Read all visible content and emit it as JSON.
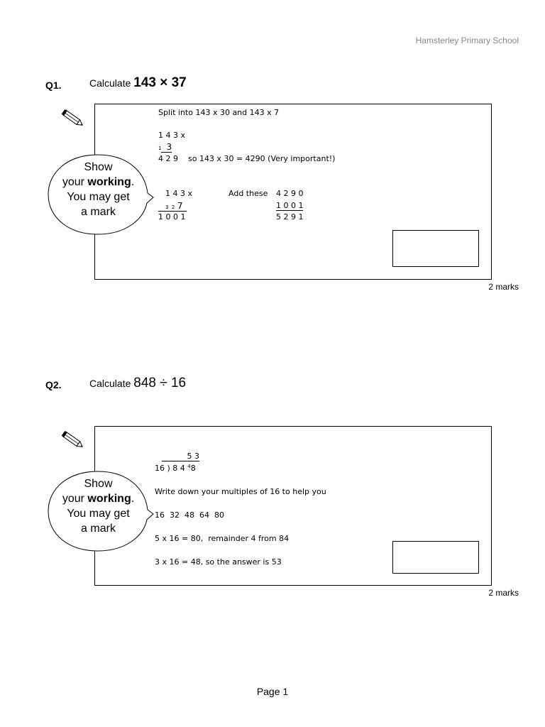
{
  "header": {
    "school": "Hamsterley Primary School"
  },
  "q1": {
    "number": "Q1.",
    "calculate_label": "Calculate",
    "expression": "143 × 37",
    "working": {
      "line1": "Split into 143 x 30 and 143 x 7",
      "mul1_top": "1 4 3 x",
      "mul1_carry": "1",
      "mul1_digit": "3",
      "mul1_result": "4 2 9",
      "mul1_note": "so 143 x 30 = 4290 (Very important!)",
      "mul2_top": "1 4 3 x",
      "mul2_carry": "3  2",
      "mul2_digit": "7",
      "mul2_result": "1 0 0 1",
      "add_label": "Add these",
      "add_1": "4 2 9 0",
      "add_2": "1 0 0 1",
      "add_result": "5 2 9 1"
    },
    "marks": "2 marks"
  },
  "q2": {
    "number": "Q2.",
    "calculate_label": "Calculate",
    "expression": "848 ÷ 16",
    "working": {
      "quotient": "5 3",
      "divisor": "16 )",
      "dividend": "8 4",
      "carry": "4",
      "last_digit": "8",
      "line1": "Write down your multiples of 16 to help you",
      "line2": "16  32  48  64  80",
      "line3": "5 x 16 = 80,  remainder 4 from 84",
      "line4": "3 x 16 = 48, so the answer is 53"
    },
    "marks": "2 marks"
  },
  "bubble": {
    "line1": "Show",
    "line2a": "your",
    "line2b": "working",
    "line2c": ".",
    "line3": "You may get",
    "line4": "a mark"
  },
  "icons": {
    "pencil": "pencil-icon"
  },
  "footer": {
    "page": "Page 1"
  }
}
